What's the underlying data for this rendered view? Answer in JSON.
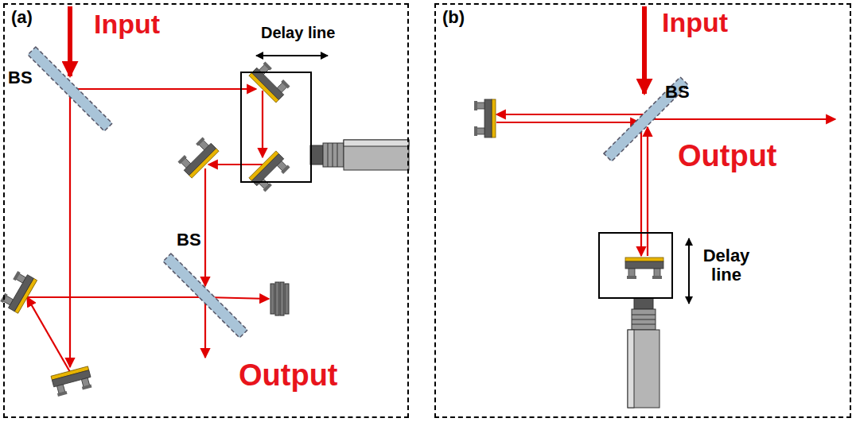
{
  "diagram": {
    "nodes": [
      {
        "text": [
          "(a)"
        ]
      },
      {
        "text": [
          "(b)"
        ]
      },
      {
        "text": [
          "Delay line"
        ],
        "in": 0
      },
      {
        "text": [
          "Delay line"
        ],
        "in": 1
      }
    ],
    "labels": [
      "Input",
      "BS",
      "BS",
      "Output",
      "Input",
      "BS",
      "Output"
    ]
  }
}
